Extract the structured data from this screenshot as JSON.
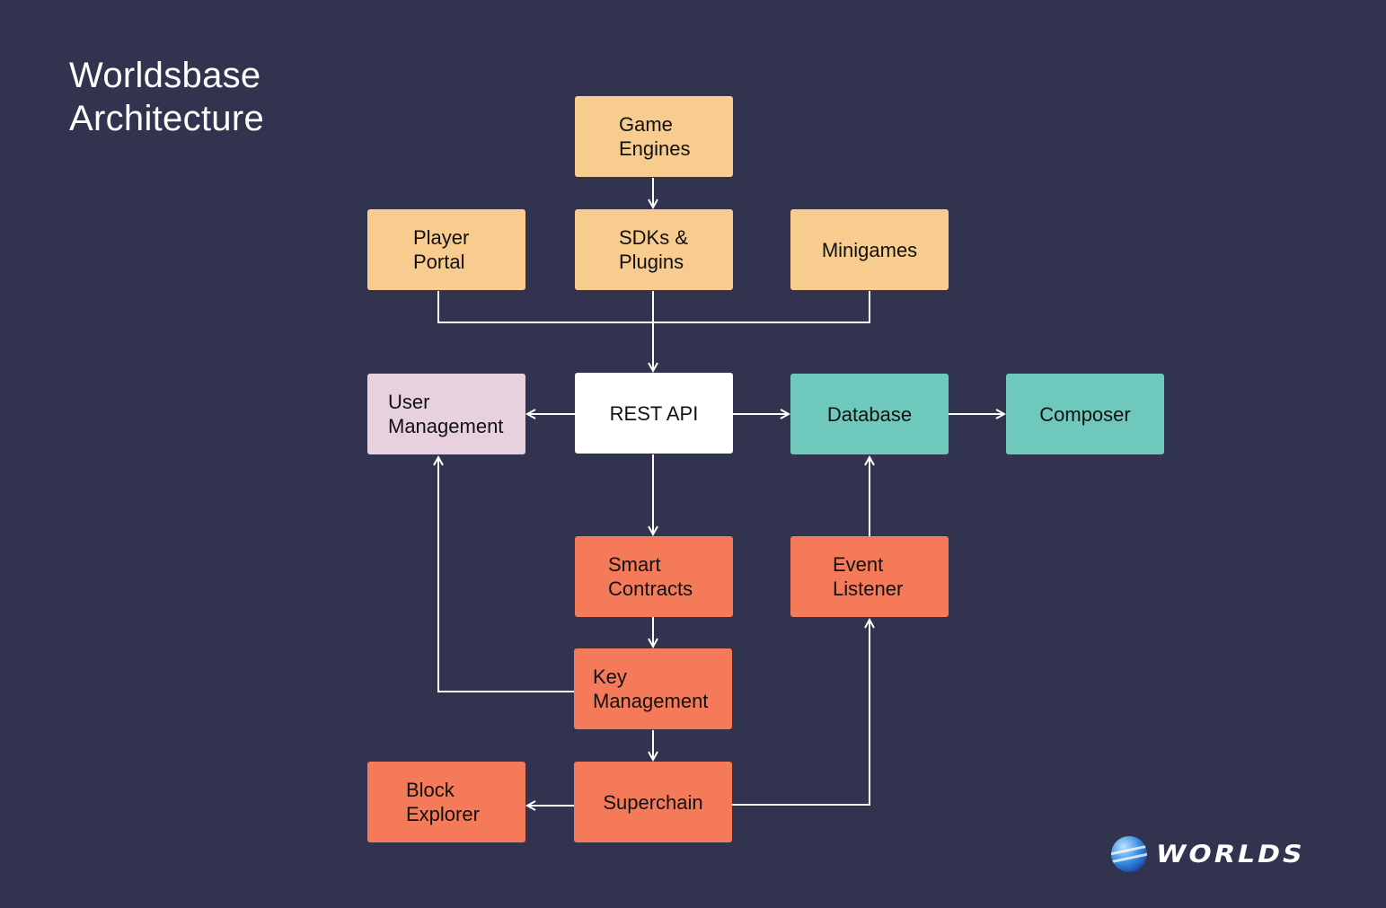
{
  "title": {
    "line1": "Worldsbase",
    "line2": "Architecture"
  },
  "nodes": {
    "game_engines": {
      "label": "Game\nEngines",
      "color": "#f8cc8f"
    },
    "player_portal": {
      "label": "Player\nPortal",
      "color": "#f8cc8f"
    },
    "sdks_plugins": {
      "label": "SDKs &\nPlugins",
      "color": "#f8cc8f"
    },
    "minigames": {
      "label": "Minigames",
      "color": "#f8cc8f"
    },
    "user_management": {
      "label": "User\nManagement",
      "color": "#e8d1de"
    },
    "rest_api": {
      "label": "REST API",
      "color": "#ffffff"
    },
    "database": {
      "label": "Database",
      "color": "#6ec8bc"
    },
    "composer": {
      "label": "Composer",
      "color": "#6ec8bc"
    },
    "smart_contracts": {
      "label": "Smart\nContracts",
      "color": "#f47a5a"
    },
    "event_listener": {
      "label": "Event\nListener",
      "color": "#f47a5a"
    },
    "key_management": {
      "label": "Key\nManagement",
      "color": "#f47a5a"
    },
    "block_explorer": {
      "label": "Block\nExplorer",
      "color": "#f47a5a"
    },
    "superchain": {
      "label": "Superchain",
      "color": "#f47a5a"
    }
  },
  "edges": [
    {
      "from": "game_engines",
      "to": "sdks_plugins"
    },
    {
      "from": "player_portal",
      "to": "rest_api"
    },
    {
      "from": "sdks_plugins",
      "to": "rest_api"
    },
    {
      "from": "minigames",
      "to": "rest_api"
    },
    {
      "from": "rest_api",
      "to": "user_management"
    },
    {
      "from": "rest_api",
      "to": "database"
    },
    {
      "from": "database",
      "to": "composer"
    },
    {
      "from": "rest_api",
      "to": "smart_contracts"
    },
    {
      "from": "smart_contracts",
      "to": "key_management"
    },
    {
      "from": "key_management",
      "to": "user_management"
    },
    {
      "from": "key_management",
      "to": "superchain"
    },
    {
      "from": "superchain",
      "to": "block_explorer"
    },
    {
      "from": "superchain",
      "to": "event_listener"
    },
    {
      "from": "event_listener",
      "to": "database"
    }
  ],
  "logo": {
    "name": "WORLDS",
    "icon": "globe-icon"
  },
  "colors": {
    "background": "#32334f",
    "wire": "#ffffff"
  }
}
